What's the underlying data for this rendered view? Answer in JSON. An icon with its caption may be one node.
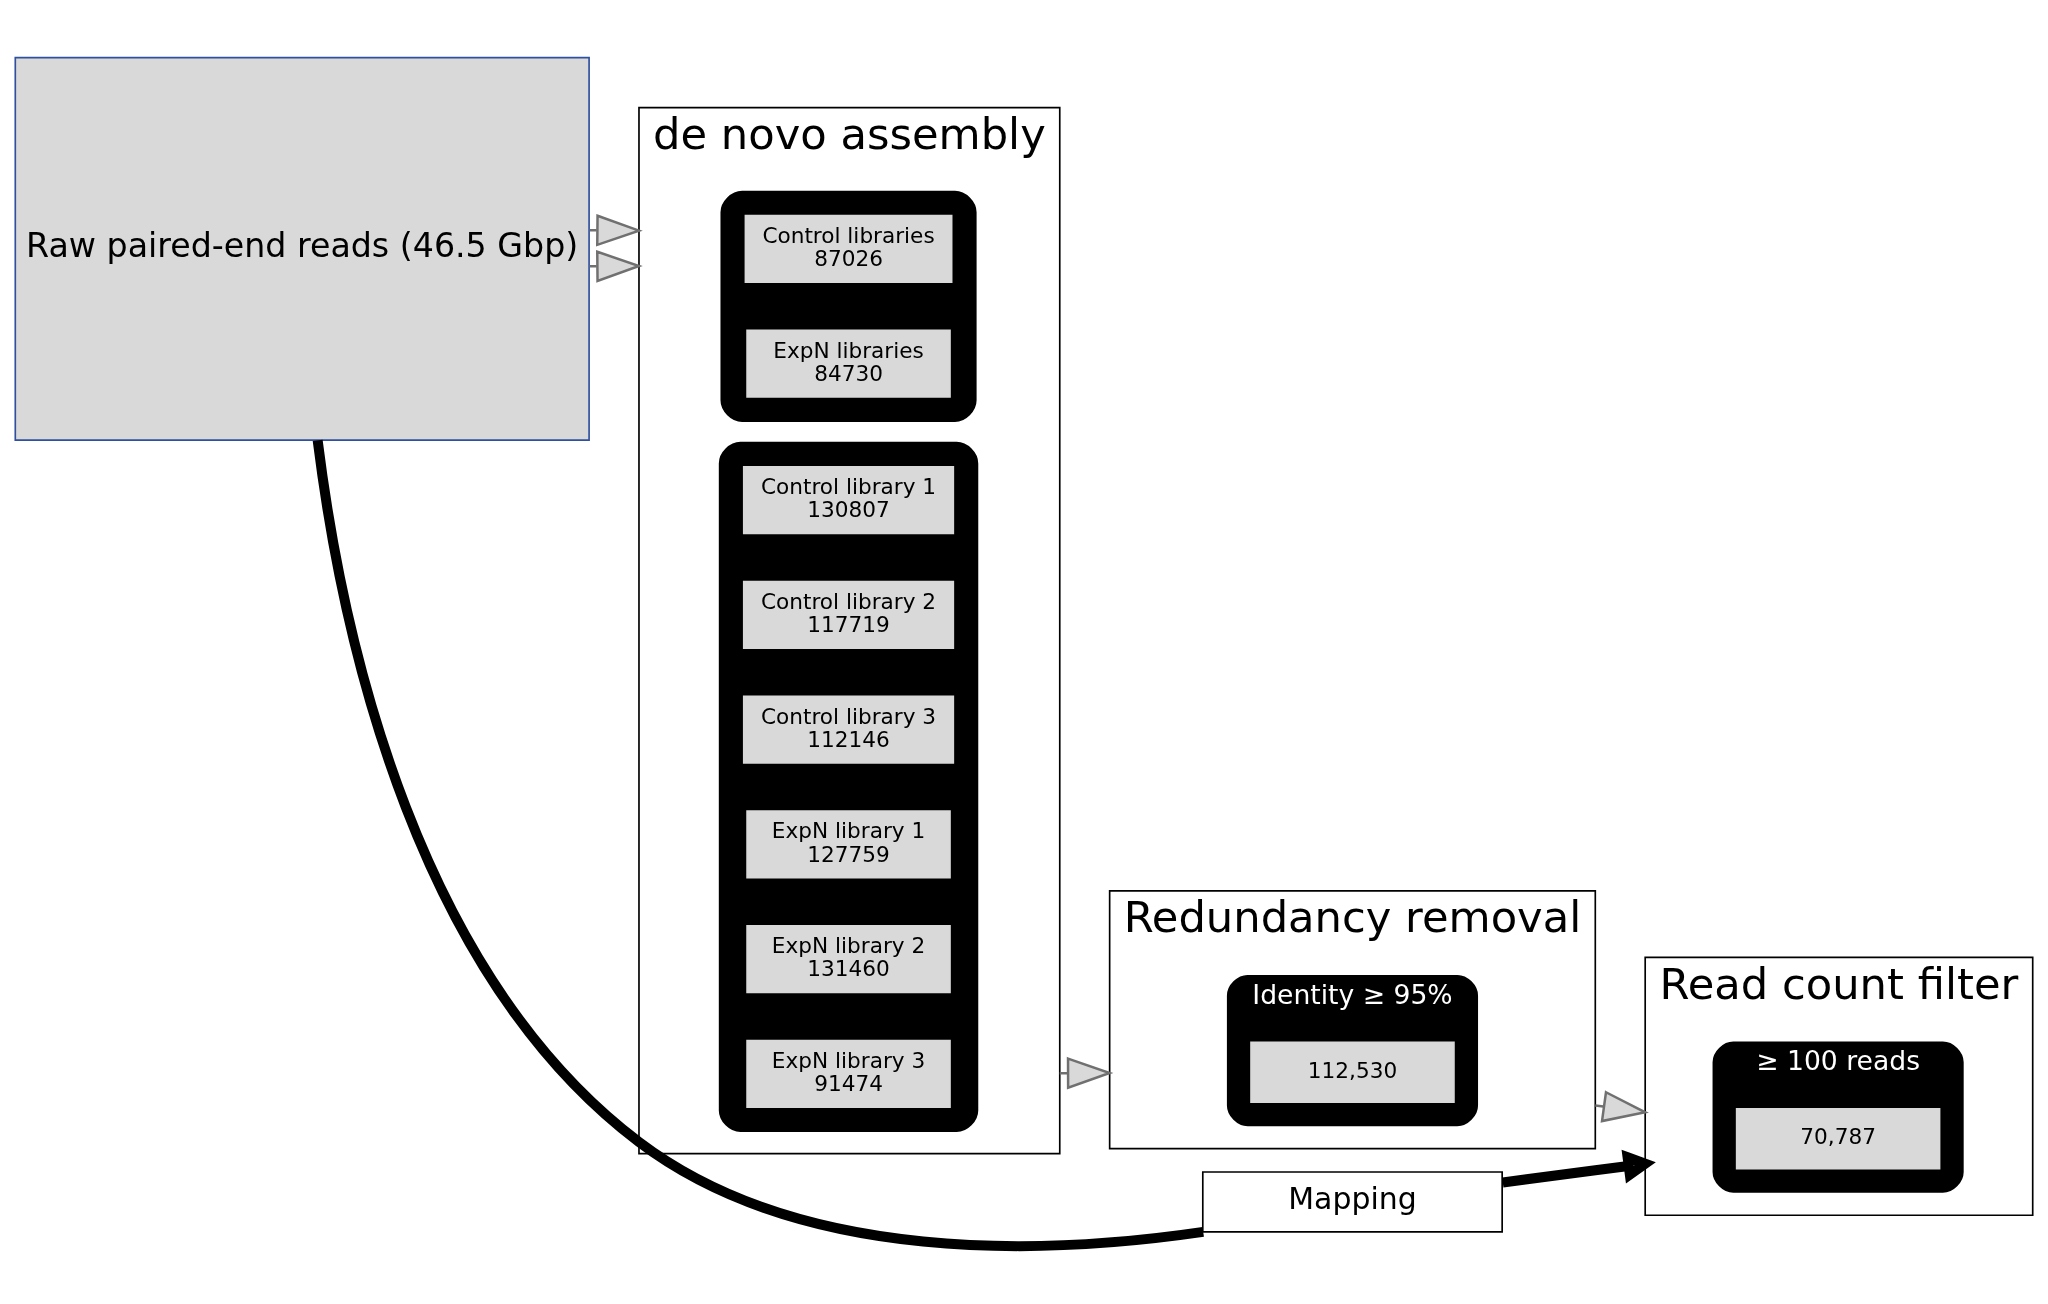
{
  "diagram": {
    "nodes": [
      {
        "text": [
          "Raw paired-end reads (46.5 Gbp)"
        ]
      },
      {
        "text": [
          "de novo assembly"
        ]
      },
      {
        "text": [],
        "shape": "box",
        "in": 1
      },
      {
        "text": [
          "Control libraries",
          "87026"
        ],
        "in": 2
      },
      {
        "text": [
          "ExpN libraries",
          "84730"
        ],
        "in": 2
      },
      {
        "text": [],
        "shape": "box",
        "in": 1
      },
      {
        "text": [
          "Control library 1",
          "130807"
        ],
        "in": 5
      },
      {
        "text": [
          "Control library 2",
          "117719"
        ],
        "in": 5
      },
      {
        "text": [
          "Control library 3",
          "112146"
        ],
        "in": 5
      },
      {
        "text": [
          "ExpN library 1",
          "127759"
        ],
        "in": 5
      },
      {
        "text": [
          "ExpN library 2",
          "131460"
        ],
        "in": 5
      },
      {
        "text": [
          "ExpN library 3",
          "91474"
        ],
        "in": 5
      },
      {
        "text": [
          "Redundancy removal"
        ]
      },
      {
        "text": [
          "Identity ≥ 95%"
        ],
        "in": 12
      },
      {
        "text": [
          "112,530"
        ],
        "in": 13
      },
      {
        "text": [
          "Read count filter"
        ]
      },
      {
        "text": [
          "≥ 100 reads"
        ],
        "in": 15
      },
      {
        "text": [
          "70,787"
        ],
        "in": 16
      },
      {
        "text": [
          "Mapping"
        ]
      }
    ],
    "edges": [
      {
        "from": 0,
        "to": 1,
        "arrow": "to"
      },
      {
        "from": 0,
        "to": 1,
        "arrow": "to"
      },
      {
        "from": 1,
        "to": 12,
        "arrow": "to"
      },
      {
        "from": 12,
        "to": 15,
        "arrow": "to"
      },
      {
        "from": 0,
        "to": 18,
        "arrow": "none",
        "style": "thick",
        "color": "#000000"
      },
      {
        "from": 18,
        "to": 15,
        "arrow": "to",
        "style": "thick",
        "color": "#000000"
      }
    ]
  }
}
